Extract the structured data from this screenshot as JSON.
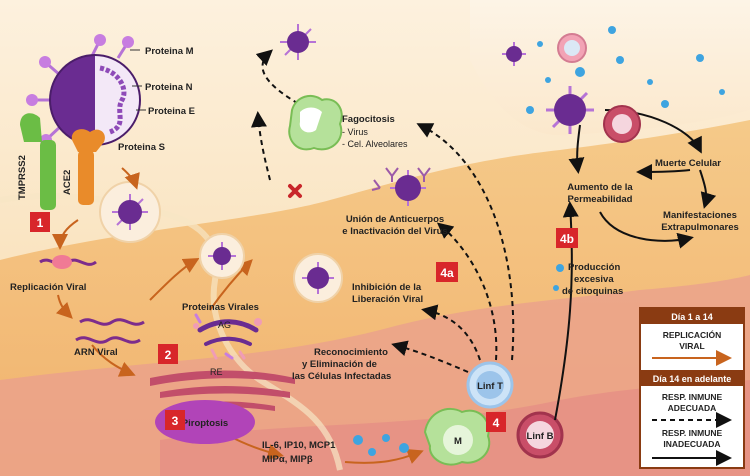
{
  "virus_proteins": {
    "m": "Proteina M",
    "n": "Proteina N",
    "e": "Proteina E",
    "s": "Proteina S"
  },
  "receptors": {
    "tmprss2": "TMPRSS2",
    "ace2": "ACE2"
  },
  "steps": [
    "1",
    "2",
    "3",
    "4",
    "4a",
    "4b"
  ],
  "labels": {
    "replicacion_viral": "Replicación Viral",
    "arn_viral": "ARN Viral",
    "proteinas_virales": "Proteinas Virales",
    "ag": "AG",
    "re": "RE",
    "piroptosis": "Piroptosis",
    "citoquinas_line1": "IL-6, IP10, MCP1",
    "citoquinas_line2": "MIPα, MIPβ",
    "fagocitosis_title": "Fagocitosis",
    "fagocitosis_item1": "- Virus",
    "fagocitosis_item2": "- Cel. Alveolares",
    "anticuerpos_line1": "Unión de Anticuerpos",
    "anticuerpos_line2": "e Inactivación del Virus",
    "inhibicion_line1": "Inhibición de la",
    "inhibicion_line2": "Liberación Viral",
    "reconocimiento_line1": "Reconocimiento",
    "reconocimiento_line2": "y Eliminación de",
    "reconocimiento_line3": "las Células Infectadas",
    "linf_t": "Linf T",
    "linf_b": "Linf B",
    "m": "M",
    "aumento_line1": "Aumento de la",
    "aumento_line2": "Permeabilidad",
    "muerte_celular": "Muerte Celular",
    "manifestaciones_line1": "Manifestaciones",
    "manifestaciones_line2": "Extrapulmonares",
    "produccion_line1": "Producción",
    "produccion_line2": "excesiva",
    "produccion_line3": "de citoquinas"
  },
  "legend": {
    "title1": "Día 1 a 14",
    "item1_line1": "REPLICACIÓN",
    "item1_line2": "VIRAL",
    "title2": "Día 14 en adelante",
    "item2_line1": "RESP. INMUNE",
    "item2_line2": "ADECUADA",
    "item3_line1": "RESP. INMUNE",
    "item3_line2": "INADECUADA"
  },
  "colors": {
    "virus": "#6a2c91",
    "spike": "#c77de0",
    "step_box": "#d8262a",
    "orange_arrow": "#c8641e",
    "cytokine_dot": "#3ea4e0",
    "legend_border": "#8a3b12"
  }
}
